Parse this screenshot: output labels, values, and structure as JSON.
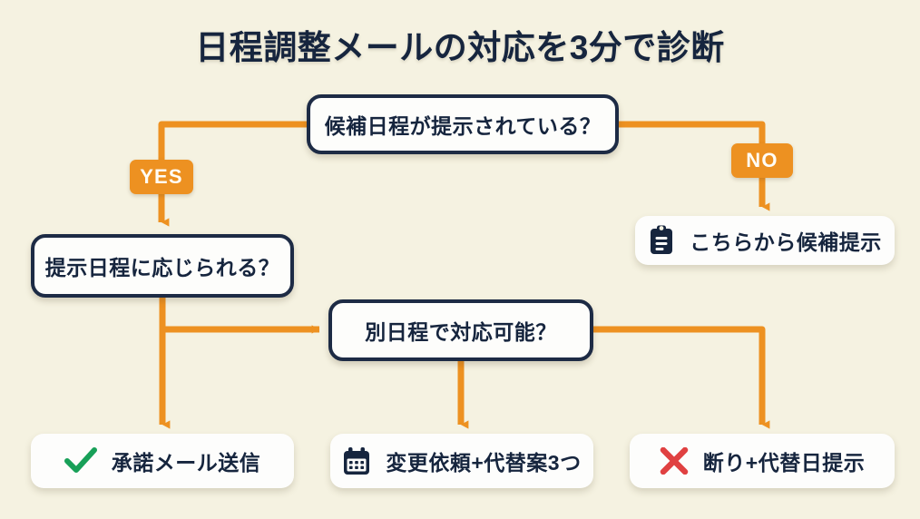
{
  "page": {
    "title": "日程調整メールの対応を3分で診断",
    "background_color": "#f5f2e1",
    "accent_color": "#ed9121",
    "navy_color": "#16253e",
    "success_color": "#18a058",
    "danger_color": "#e04141"
  },
  "flow": {
    "questions": [
      {
        "id": "q1",
        "text": "候補日程が提示されている？"
      },
      {
        "id": "q2",
        "text": "提示日程に応じられる？"
      },
      {
        "id": "q3",
        "text": "別日程で対応可能？"
      }
    ],
    "branch_labels": {
      "yes": "YES",
      "no": "NO"
    },
    "results": [
      {
        "id": "propose",
        "text": "こちらから候補提示",
        "icon": "clipboard-icon",
        "icon_color": "#16253e"
      },
      {
        "id": "accept",
        "text": "承諾メール送信",
        "icon": "check-icon",
        "icon_color": "#18a058"
      },
      {
        "id": "change",
        "text": "変更依頼+代替案3つ",
        "icon": "calendar-icon",
        "icon_color": "#16253e"
      },
      {
        "id": "decline",
        "text": "断り+代替日提示",
        "icon": "cross-icon",
        "icon_color": "#e04141"
      }
    ]
  },
  "chart_data": {
    "type": "diagram",
    "title": "日程調整メールの対応を3分で診断",
    "nodes": [
      {
        "id": "q1",
        "kind": "decision",
        "label": "候補日程が提示されている？"
      },
      {
        "id": "q2",
        "kind": "decision",
        "label": "提示日程に応じられる？"
      },
      {
        "id": "q3",
        "kind": "decision",
        "label": "別日程で対応可能？"
      },
      {
        "id": "propose",
        "kind": "result",
        "label": "こちらから候補提示"
      },
      {
        "id": "accept",
        "kind": "result",
        "label": "承諾メール送信"
      },
      {
        "id": "change",
        "kind": "result",
        "label": "変更依頼+代替案3つ"
      },
      {
        "id": "decline",
        "kind": "result",
        "label": "断り+代替日提示"
      }
    ],
    "edges": [
      {
        "from": "q1",
        "to": "q2",
        "label": "YES"
      },
      {
        "from": "q1",
        "to": "propose",
        "label": "NO"
      },
      {
        "from": "q2",
        "to": "accept",
        "label": ""
      },
      {
        "from": "q2",
        "to": "q3",
        "label": ""
      },
      {
        "from": "q3",
        "to": "change",
        "label": ""
      },
      {
        "from": "q3",
        "to": "decline",
        "label": ""
      }
    ]
  }
}
